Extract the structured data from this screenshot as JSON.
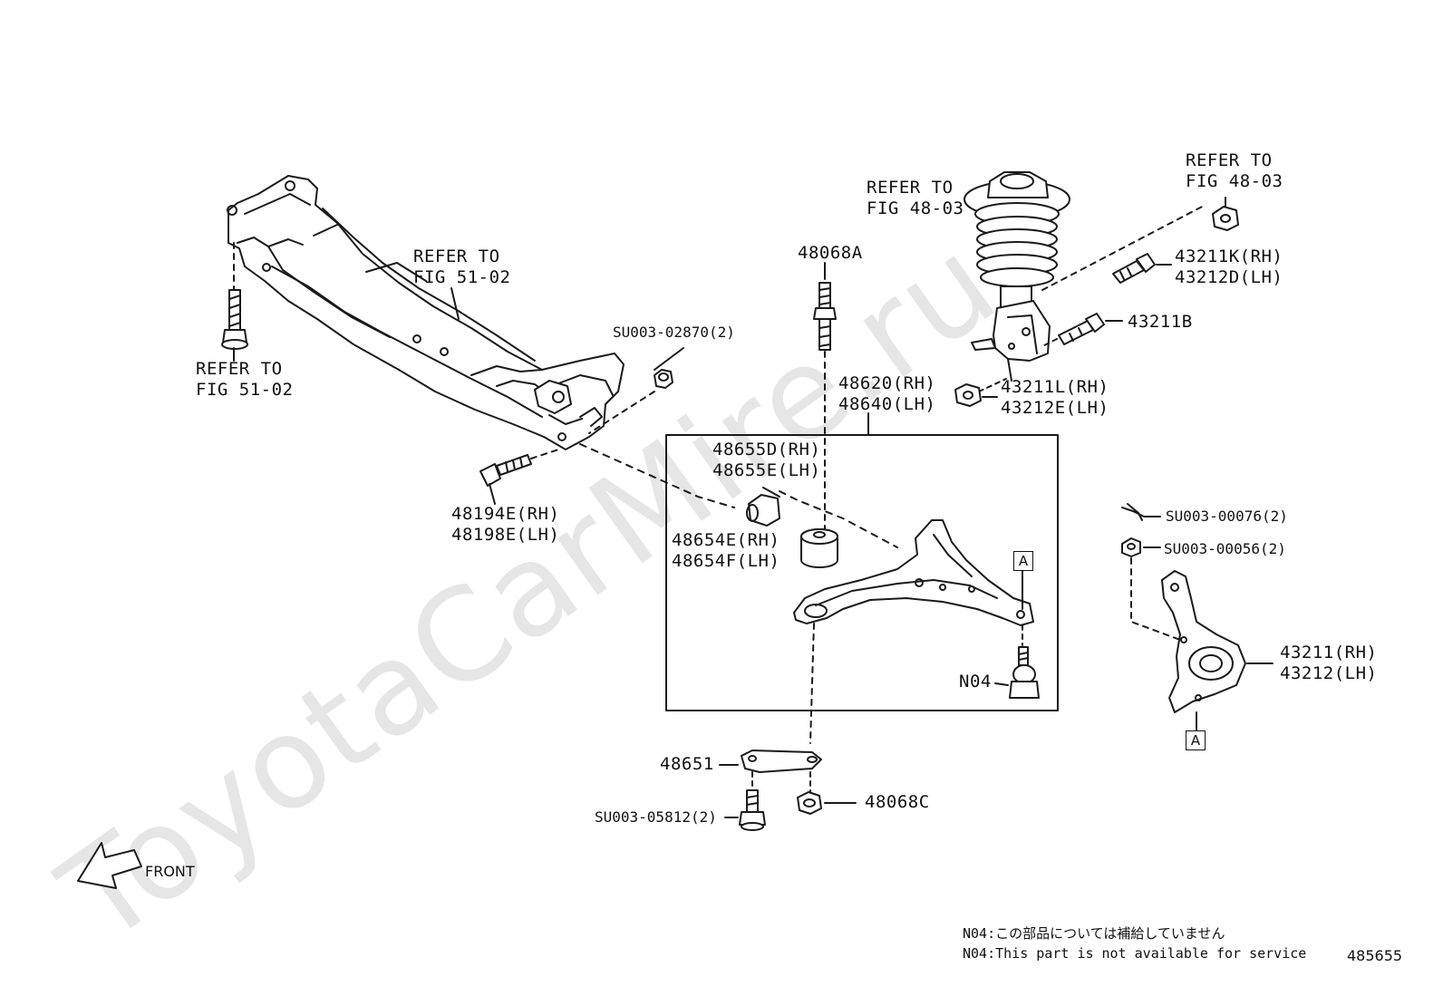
{
  "watermark": "ToyotaCarMire.ru",
  "labels": {
    "refer_51_02_left": "REFER TO\nFIG 51-02",
    "refer_51_02_mid": "REFER TO\nFIG 51-02",
    "su003_02870": "SU003-02870(2)",
    "p48194e": "48194E(RH)\n48198E(LH)",
    "p48068a": "48068A",
    "p48620": "48620(RH)\n48640(LH)",
    "p48655d": "48655D(RH)\n48655E(LH)",
    "p48654e": "48654E(RH)\n48654F(LH)",
    "n04": "N04",
    "box_a": "A",
    "p48651": "48651",
    "su003_05812": "SU003-05812(2)",
    "p48068c": "48068C",
    "refer_48_03_strut": "REFER TO\nFIG 48-03",
    "refer_48_03_nut": "REFER TO\nFIG 48-03",
    "p43211k": "43211K(RH)\n43212D(LH)",
    "p43211b": "43211B",
    "p43211l": "43211L(RH)\n43212E(LH)",
    "su003_00076": "SU003-00076(2)",
    "su003_00056": "SU003-00056(2)",
    "p43211": "43211(RH)\n43212(LH)",
    "front": "FRONT"
  },
  "notes": {
    "jp": "N04:この部品については補給していません",
    "en": "N04:This part is not available for service"
  },
  "figure_number": "485655"
}
